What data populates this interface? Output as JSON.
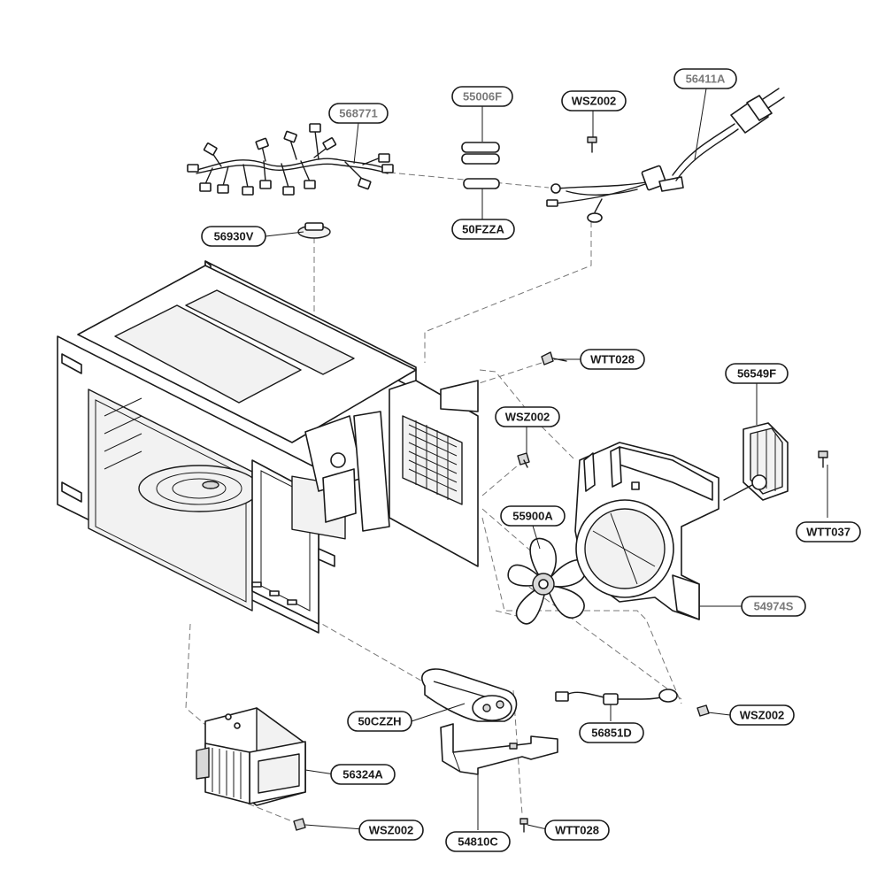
{
  "diagram": {
    "part_labels": {
      "p568771": "568771",
      "p55006F": "55006F",
      "pWSZ002_top": "WSZ002",
      "p56411A": "56411A",
      "p50FZZA": "50FZZA",
      "p56930V": "56930V",
      "pWTT028_upper": "WTT028",
      "pWSZ002_mid": "WSZ002",
      "p56549F": "56549F",
      "p55900A": "55900A",
      "pWTT037": "WTT037",
      "p54974S": "54974S",
      "p50CZZH": "50CZZH",
      "pWSZ002_right": "WSZ002",
      "p56851D": "56851D",
      "p56324A": "56324A",
      "pWSZ002_bottom": "WSZ002",
      "p54810C": "54810C",
      "pWTT028_lower": "WTT028"
    }
  }
}
